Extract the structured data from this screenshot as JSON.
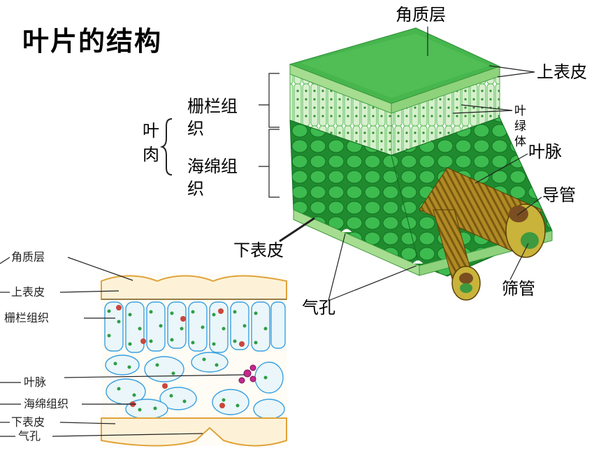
{
  "title": "叶片的结构",
  "top_diagram": {
    "cuticle": "角质层",
    "upper_epidermis": "上表皮",
    "palisade": "栅栏组织",
    "chloroplast": "叶绿体",
    "mesophyll": "叶肉",
    "spongy": "海绵组织",
    "vein": "叶脉",
    "vessel": "导管",
    "lower_epidermis": "下表皮",
    "sieve_tube": "筛管",
    "stoma": "气孔"
  },
  "bottom_diagram": {
    "cuticle": "角质层",
    "upper_epidermis": "上表皮",
    "palisade": "栅栏组织",
    "vein": "叶脉",
    "spongy": "海绵组织",
    "lower_epidermis": "下表皮",
    "stoma": "气孔"
  },
  "colors": {
    "leaf_top": "#3cb54a",
    "palisade": "#bfe6b3",
    "spongy": "#2e9d3a",
    "vein": "#a07c1c",
    "epidermis_line": "#e0a33a",
    "cell_wall": "#3aa0e0"
  }
}
